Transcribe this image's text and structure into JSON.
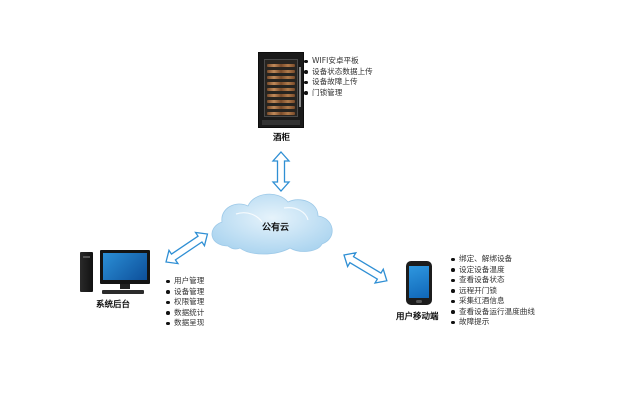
{
  "title": "",
  "cloud": {
    "label": "公有云"
  },
  "cabinet": {
    "label": "酒柜",
    "features": [
      "WIFI安卓平板",
      "设备状态数据上传",
      "设备故障上传",
      "门锁管理"
    ]
  },
  "backend": {
    "label": "系统后台",
    "features": [
      "用户管理",
      "设备管理",
      "权限管理",
      "数据统计",
      "数据呈现"
    ]
  },
  "mobile": {
    "label": "用户移动端",
    "features": [
      "绑定、解绑设备",
      "设定设备温度",
      "查看设备状态",
      "远程开门锁",
      "采集红酒信息",
      "查看设备运行温度曲线",
      "故障提示"
    ]
  },
  "colors": {
    "arrow_fill": "#ffffff",
    "arrow_stroke": "#2f8fd4",
    "cloud_light": "#cfe6f6",
    "cloud_dark": "#9ccbeb"
  },
  "icons": {
    "cloud": "cloud-icon",
    "cabinet": "wine-cabinet-icon",
    "backend": "desktop-computer-icon",
    "mobile": "smartphone-icon"
  }
}
